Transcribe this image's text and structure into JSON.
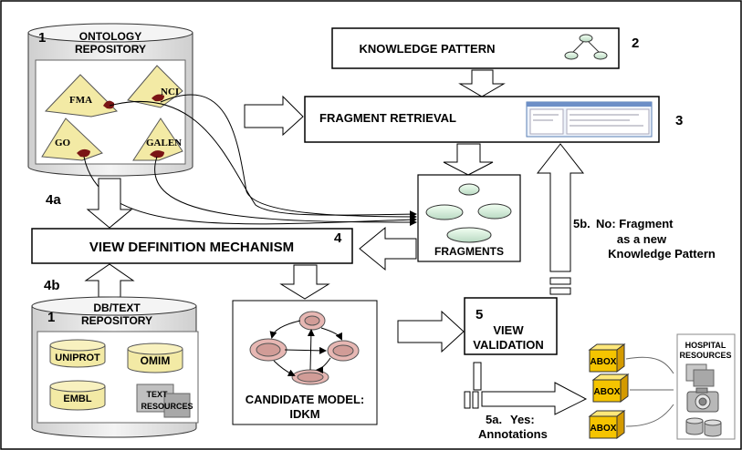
{
  "ontology_repository": {
    "number": "1",
    "line1": "ONTOLOGY",
    "line2": "REPOSITORY",
    "ontologies": [
      "FMA",
      "NCI",
      "GO",
      "GALEN"
    ]
  },
  "knowledge_pattern": {
    "label": "KNOWLEDGE PATTERN",
    "number": "2"
  },
  "fragment_retrieval": {
    "label": "FRAGMENT RETRIEVAL",
    "number": "3"
  },
  "fragments": {
    "label": "FRAGMENTS"
  },
  "view_definition": {
    "label": "VIEW DEFINITION MECHANISM",
    "number": "4"
  },
  "arrow_labels": {
    "a4": "4a",
    "b4": "4b"
  },
  "db_repository": {
    "number": "1",
    "line1": "DB/TEXT",
    "line2": "REPOSITORY",
    "resources": [
      "UNIPROT",
      "OMIM",
      "EMBL"
    ],
    "text_resources": [
      "TEXT",
      "RESOURCES"
    ]
  },
  "candidate_model": {
    "line1": "CANDIDATE MODEL:",
    "line2": "IDKM"
  },
  "view_validation": {
    "number": "5",
    "line1": "VIEW",
    "line2": "VALIDATION"
  },
  "no_branch": {
    "prefix": "5b.",
    "line1": "No: Fragment",
    "line2": "as a new",
    "line3": "Knowledge Pattern"
  },
  "yes_branch": {
    "prefix": "5a.",
    "line1": "Yes:",
    "line2": "Annotations"
  },
  "abox": [
    "ABOX",
    "ABOX",
    "ABOX"
  ],
  "hospital": {
    "line1": "HOSPITAL",
    "line2": "RESOURCES"
  }
}
